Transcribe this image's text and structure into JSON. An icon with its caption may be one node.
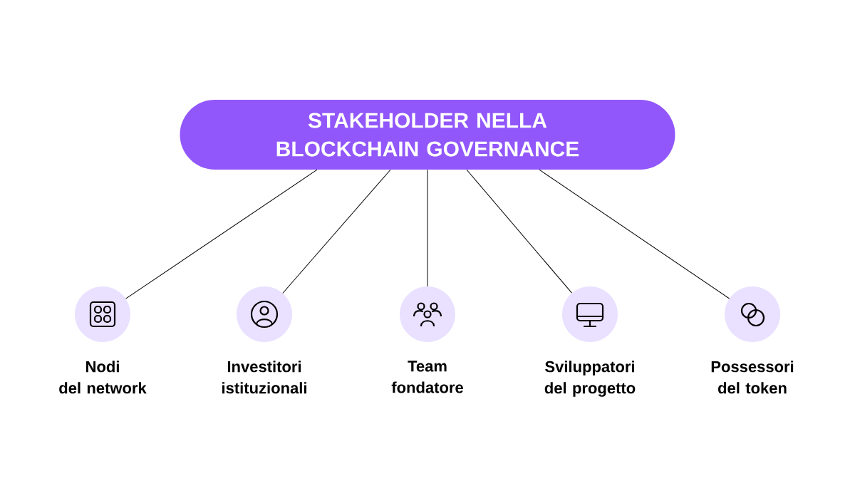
{
  "diagram": {
    "nodes": [
      {
        "text": [
          "STAKEHOLDER NELLA BLOCKCHAIN GOVERNANCE"
        ]
      },
      {
        "text": [
          "Nodi del network"
        ]
      },
      {
        "text": [
          "Investitori istituzionali"
        ]
      },
      {
        "text": [
          "Team fondatore"
        ]
      },
      {
        "text": [
          "Sviluppatori del progetto"
        ]
      },
      {
        "text": [
          "Possessori del token"
        ]
      }
    ],
    "edges": [
      {
        "from": 0,
        "to": 1,
        "arrow": "none"
      },
      {
        "from": 0,
        "to": 2,
        "arrow": "none"
      },
      {
        "from": 0,
        "to": 3,
        "arrow": "none"
      },
      {
        "from": 0,
        "to": 4,
        "arrow": "none"
      },
      {
        "from": 0,
        "to": 5,
        "arrow": "none"
      }
    ]
  }
}
